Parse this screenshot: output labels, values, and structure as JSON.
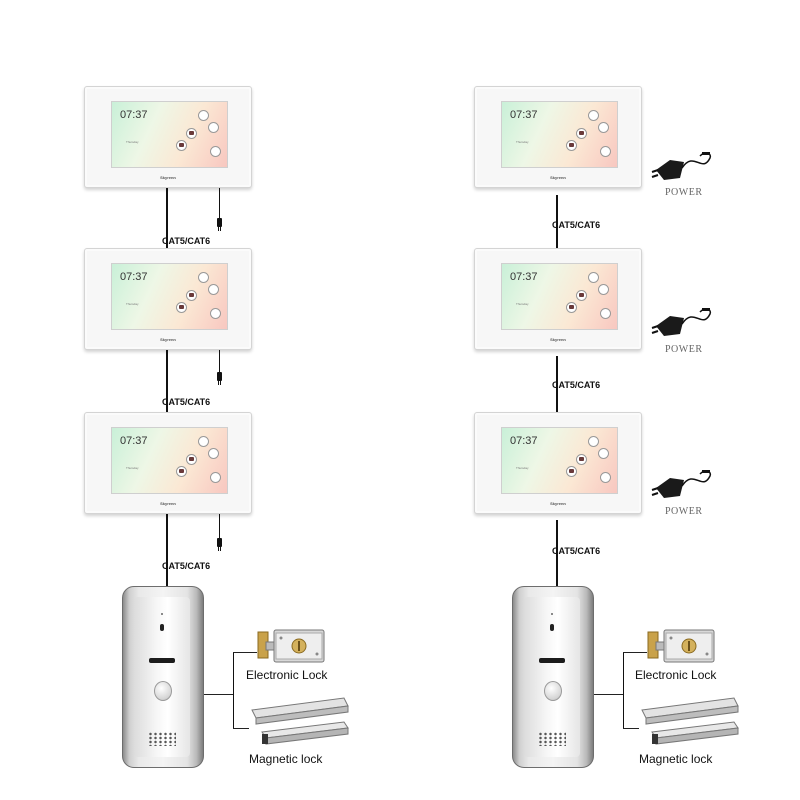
{
  "monitor": {
    "time": "07:37",
    "brand": "Skyrenn",
    "subtext": "Thursday"
  },
  "diagrams": [
    {
      "cable_labels": [
        "CAT5/CAT6",
        "CAT5/CAT6",
        "CAT5/CAT6"
      ],
      "power_source": "outlet plug"
    },
    {
      "cable_labels": [
        "CAT5/CAT6",
        "CAT5/CAT6",
        "CAT5/CAT6"
      ],
      "power_labels": [
        "POWER",
        "POWER",
        "POWER"
      ]
    }
  ],
  "locks": {
    "electronic": "Electronic Lock",
    "magnetic": "Magnetic lock"
  },
  "colors": {
    "wire": "#111111",
    "power_text": "#666666",
    "screen_gradient_start": "#c9f0d8",
    "screen_gradient_end": "#f8c7c0"
  }
}
